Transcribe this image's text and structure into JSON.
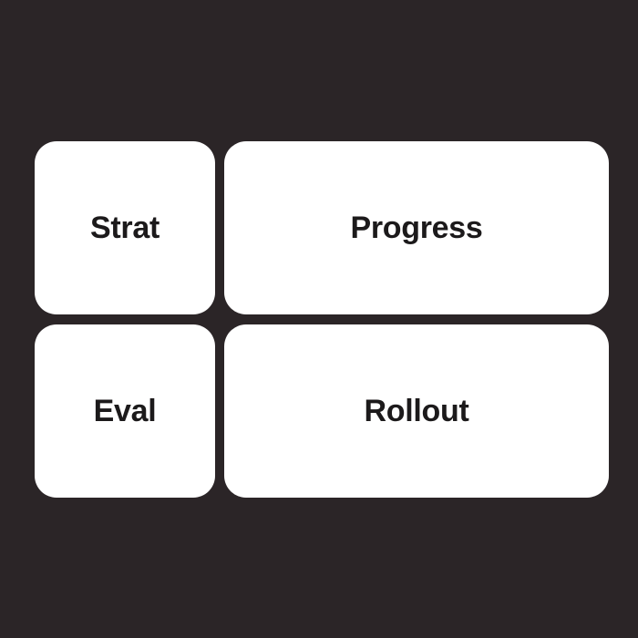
{
  "tiles": {
    "strat": "Strat",
    "progress": "Progress",
    "eval": "Eval",
    "rollout": "Rollout"
  },
  "logo": {
    "icon": "brand-logo-icon",
    "colors": [
      "#e79ac4",
      "#a79ad8",
      "#8d9be6"
    ]
  },
  "colors": {
    "background": "#2b2527",
    "tile": "#ffffff",
    "text": "#1c1a1b"
  }
}
